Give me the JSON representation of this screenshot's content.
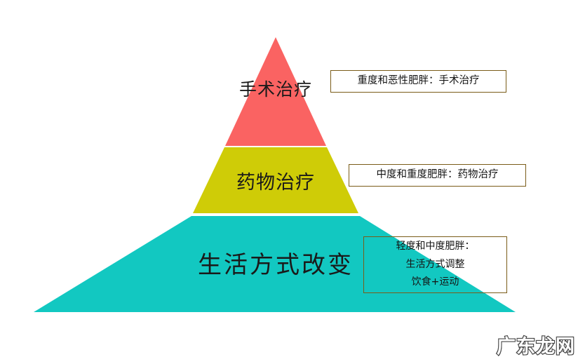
{
  "diagram": {
    "type": "pyramid",
    "title": "",
    "tiers": [
      {
        "id": "surgery",
        "label": "手术治疗",
        "color": "#fa6362",
        "level": 1,
        "callout": {
          "lines": [
            "重度和恶性肥胖：手术治疗"
          ]
        }
      },
      {
        "id": "medication",
        "label": "药物治疗",
        "color": "#cfcc07",
        "level": 2,
        "callout": {
          "lines": [
            "中度和重度肥胖：药物治疗"
          ]
        }
      },
      {
        "id": "lifestyle",
        "label": "生活方式改变",
        "color": "#12c8c1",
        "level": 3,
        "callout": {
          "lines": [
            "轻度和中度肥胖：",
            "生活方式调整",
            "饮食+运动"
          ]
        }
      }
    ],
    "callout_border_color": "#7a5c18"
  },
  "watermark": {
    "text": "广东龙网"
  }
}
